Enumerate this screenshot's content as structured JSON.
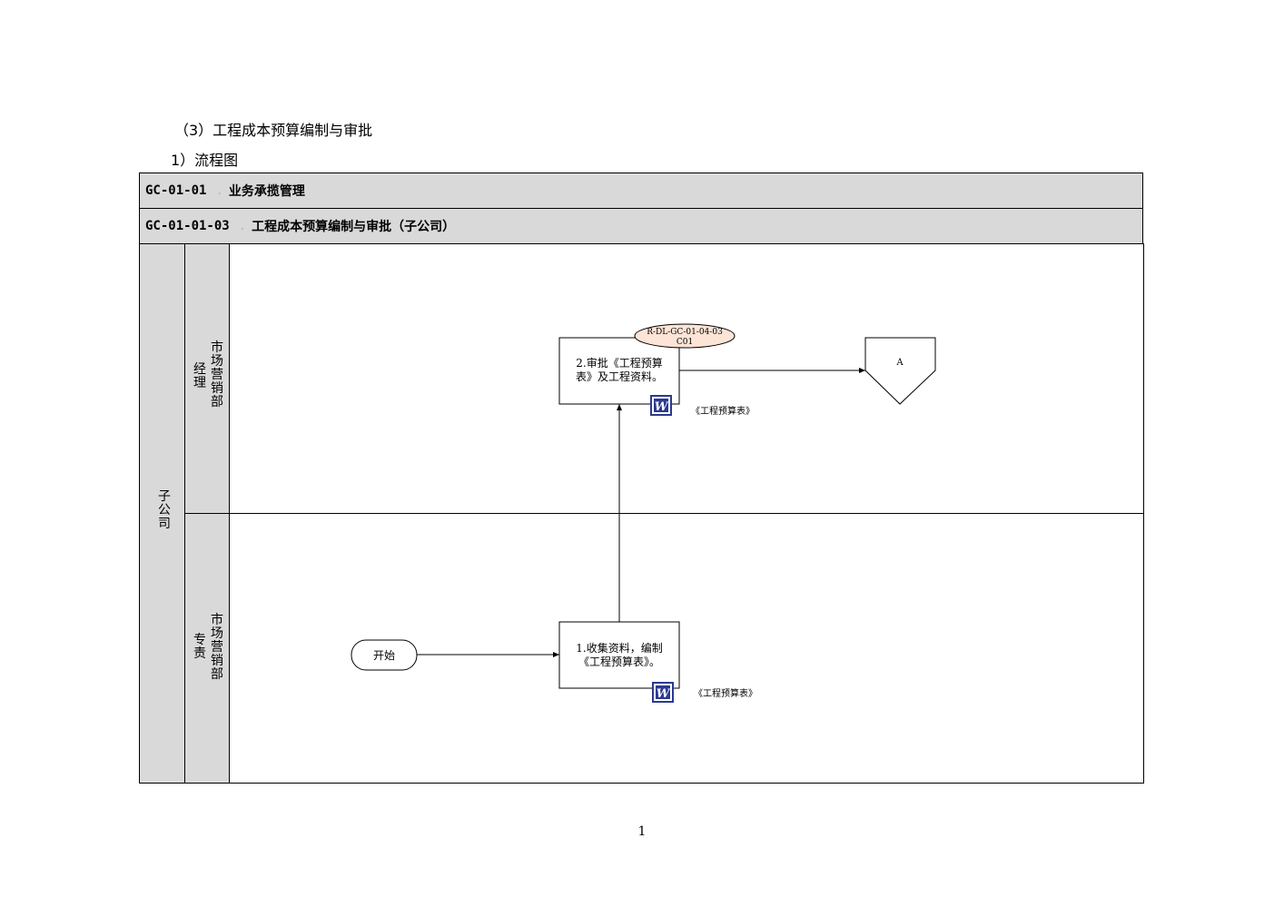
{
  "headings": {
    "section": "（3）工程成本预算编制与审批",
    "subsection": "1）流程图"
  },
  "header": {
    "row1": {
      "code": "GC-01-01",
      "title": "业务承揽管理"
    },
    "row2": {
      "code": "GC-01-01-03",
      "title": "工程成本预算编制与审批（子公司）"
    }
  },
  "lanes": {
    "org": "子公司",
    "lane1": {
      "dept": "市场营销部",
      "role": "经理"
    },
    "lane2": {
      "dept": "市场营销部",
      "role": "专责"
    }
  },
  "flow": {
    "start_label": "开始",
    "step1": {
      "line1": "1.收集资料，编制",
      "line2": "《工程预算表》。"
    },
    "step2": {
      "line1": "2.审批《工程预算",
      "line2": "表》及工程资料。"
    },
    "control_tag": {
      "line1": "R-DL-GC-01-04-03",
      "line2": "C01"
    },
    "doc1_label": "《工程预算表》",
    "doc2_label": "《工程预算表》",
    "connector_label": "A",
    "word_icon_letter": "W"
  },
  "colors": {
    "lane_gray": "#d9d9d9",
    "tag_fill": "#fce4d6",
    "word_icon_blue": "#2b3990"
  },
  "page_number": "1"
}
